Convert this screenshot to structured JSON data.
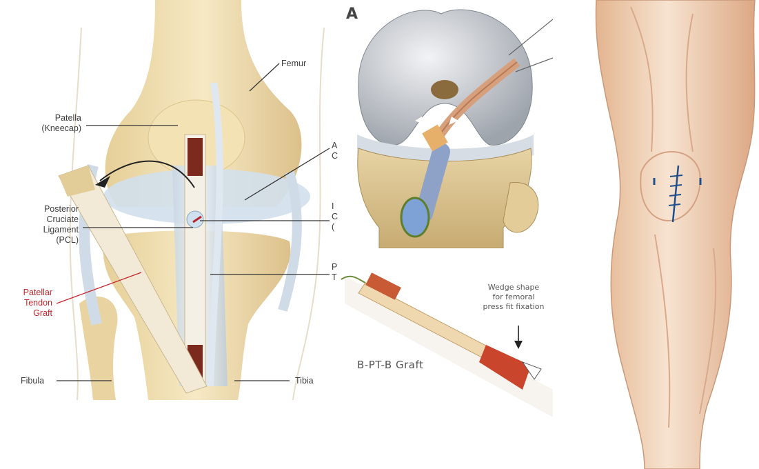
{
  "knee_diagram": {
    "labels": {
      "femur": "Femur",
      "patella": "Patella\n(Kneecap)",
      "pcl": "Posterior\nCruciate\nLigament\n(PCL)",
      "graft": "Patellar\nTendon\nGraft",
      "fibula": "Fibula",
      "tibia": "Tibia",
      "cut_a": "A\nC",
      "cut_b": "I\nC\n(",
      "cut_c": "P\nT"
    },
    "colors": {
      "graft_label": "#c4262b",
      "text": "#3d3d3d"
    }
  },
  "acl_panel": {
    "letter": "A"
  },
  "graft_panel": {
    "title": "B-PT-B Graft",
    "wedge_note": "Wedge shape\nfor femoral\npress fit fixation"
  },
  "leg_panel": {
    "incision_color": "#1f4e8c"
  }
}
